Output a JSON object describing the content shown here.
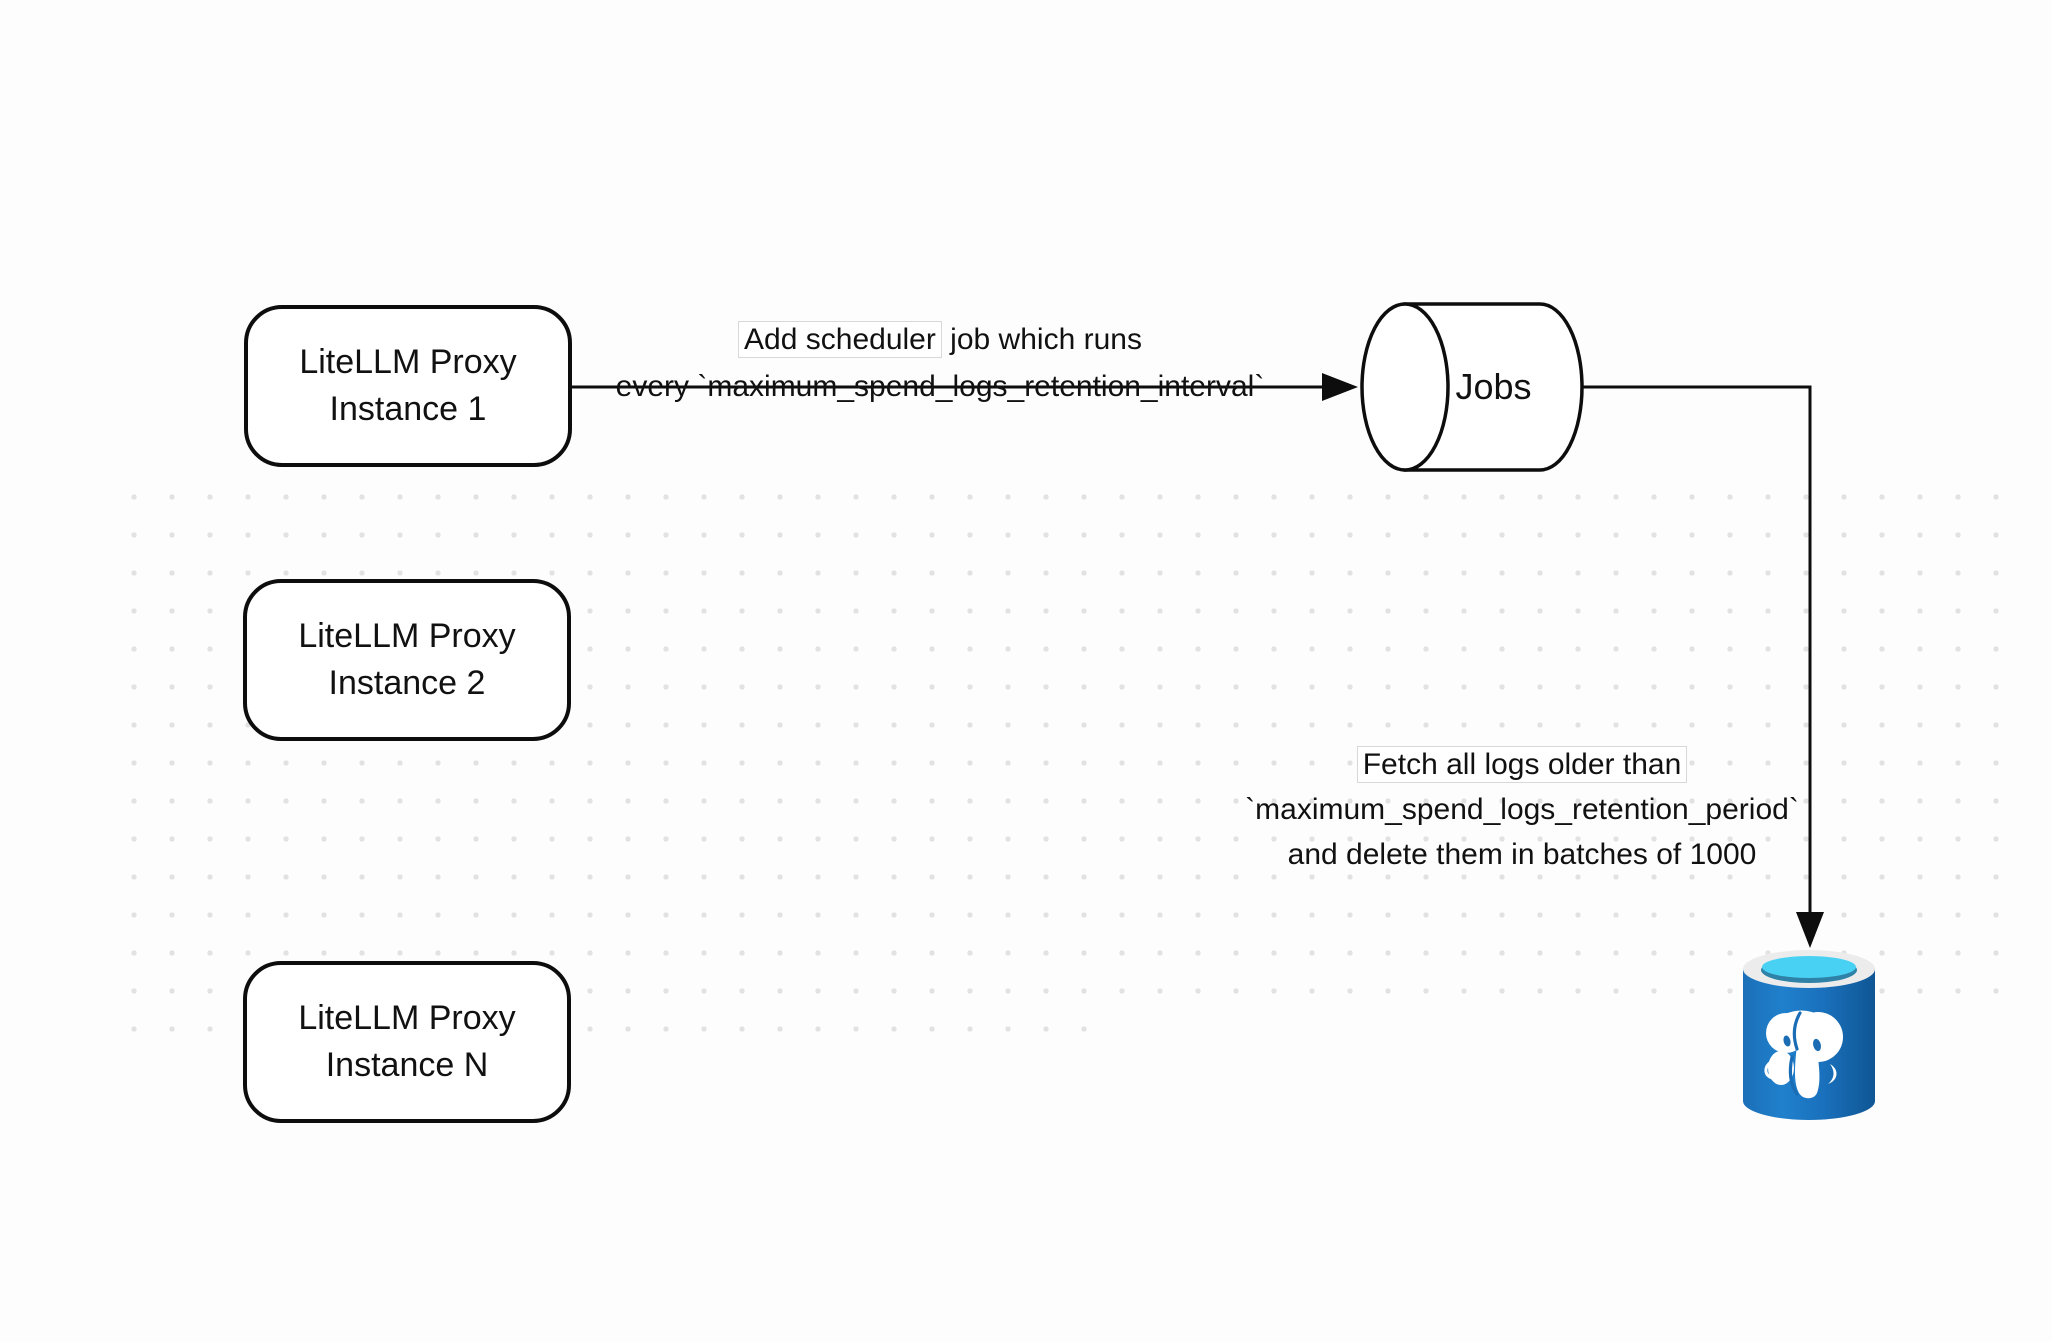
{
  "nodes": [
    {
      "line1": "LiteLLM Proxy",
      "line2": "Instance 1"
    },
    {
      "line1": "LiteLLM Proxy",
      "line2": "Instance 2"
    },
    {
      "line1": "LiteLLM Proxy",
      "line2": "Instance N"
    }
  ],
  "jobs": {
    "label": "Jobs"
  },
  "annotations": {
    "scheduler": {
      "line1_boxed": "Add scheduler",
      "line1_rest": " job which runs",
      "line2": "every `maximum_spend_logs_retention_interval`"
    },
    "fetch": {
      "line1": "Fetch all logs older than",
      "line2": "`maximum_spend_logs_retention_period`",
      "line3": "and delete them in batches of 1000"
    }
  },
  "colors": {
    "stroke": "#0d0d0d",
    "dot": "#e2e2e2",
    "postgres_blue": "#1b6fb8",
    "postgres_blue_dark": "#0f5694",
    "postgres_cyan": "#49d1f4",
    "postgres_rim": "#ececec",
    "label_box_border": "#d8d8d8"
  }
}
